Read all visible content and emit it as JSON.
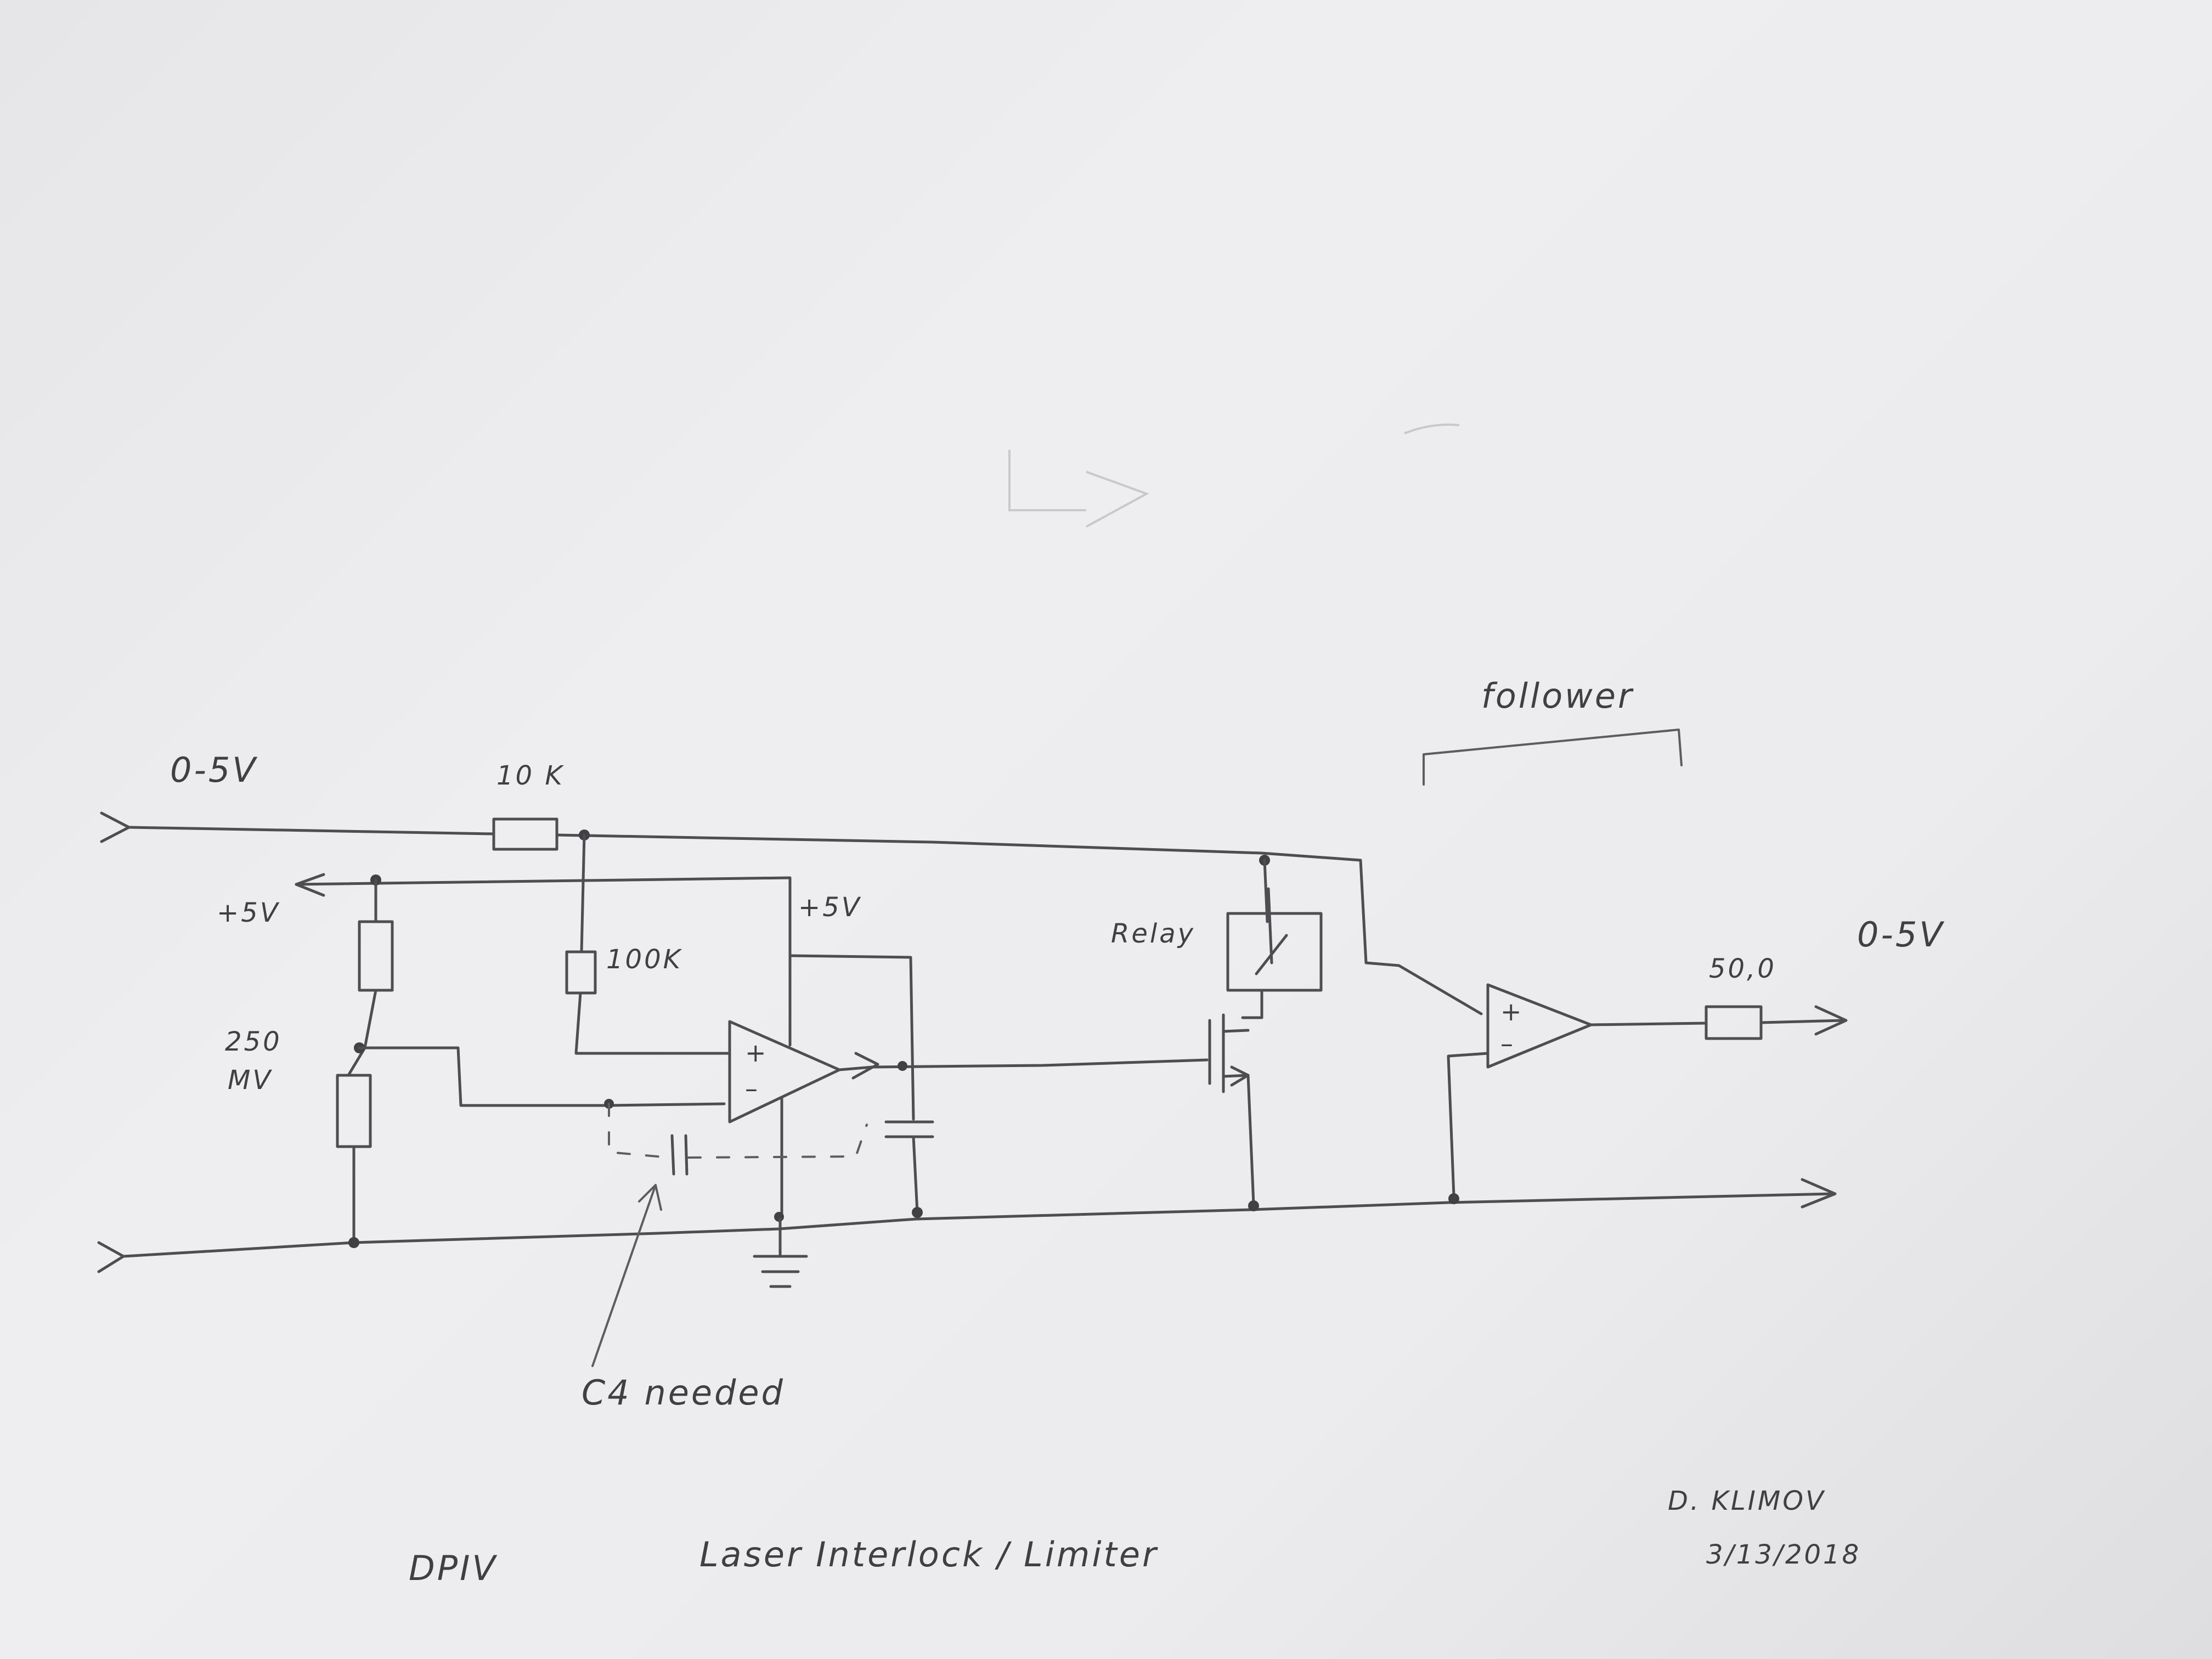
{
  "schematic": {
    "input_label": "0-5V",
    "output_label": "0-5V",
    "r_input": "10 K",
    "r_feedback": "100K",
    "r_output": "50,0",
    "supply_left": "+5V",
    "supply_opamp": "+5V",
    "divider_voltage_line1": "250",
    "divider_voltage_line2": "MV",
    "relay_label": "Relay",
    "stage_label": "follower",
    "cap_note": "C4 needed",
    "plus_sign": "+",
    "minus_sign": "–"
  },
  "title_block": {
    "project": "DPIV",
    "title": "Laser Interlock / Limiter",
    "author": "D. KLIMOV",
    "date": "3/13/2018"
  }
}
